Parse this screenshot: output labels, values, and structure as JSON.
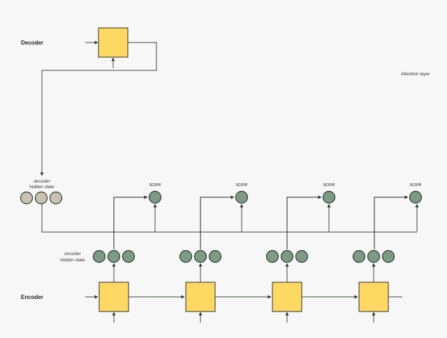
{
  "labels": {
    "decoder": "Decoder",
    "encoder": "Encoder",
    "attention_layer": "Attention layer",
    "decoder_hidden_state_line1": "decoder",
    "decoder_hidden_state_line2": "hidden state",
    "encoder_hidden_state_line1": "encoder",
    "encoder_hidden_state_line2": "hidden state"
  },
  "scores": [
    {
      "label": "score"
    },
    {
      "label": "score"
    },
    {
      "label": "score"
    },
    {
      "label": "score"
    }
  ],
  "colors": {
    "cell_fill": "#fdd863",
    "encoder_state": "#7d9a85",
    "decoder_state": "#c9c1b2",
    "wire": "#3e4a3e",
    "background": "#f7f7f7"
  }
}
